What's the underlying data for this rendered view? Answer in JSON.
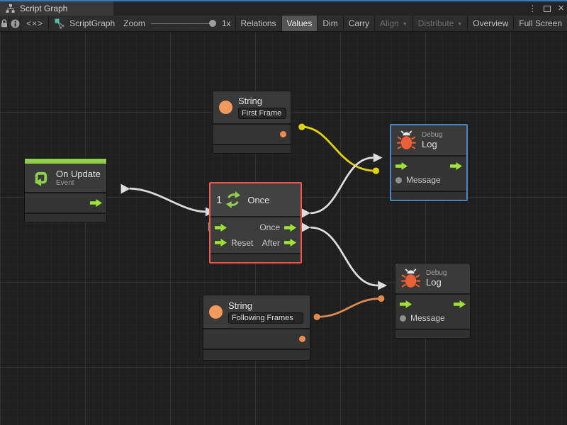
{
  "tab": {
    "label": "Script Graph"
  },
  "window_controls": {
    "menu": "⋮",
    "close": "×"
  },
  "toolbar": {
    "graph_name": "ScriptGraph",
    "code_icon": "<×>",
    "zoom_label": "Zoom",
    "zoom_value": "1x",
    "buttons": {
      "relations": "Relations",
      "values": "Values",
      "dim": "Dim",
      "carry": "Carry",
      "align": "Align",
      "distribute": "Distribute",
      "overview": "Overview",
      "fullscreen": "Full Screen"
    },
    "active_button": "Values",
    "disabled_buttons": [
      "Align",
      "Distribute"
    ]
  },
  "nodes": {
    "string_top": {
      "title": "String",
      "value": "First Frame"
    },
    "on_update": {
      "title": "On Update",
      "subtitle": "Event"
    },
    "once": {
      "number": "1",
      "title": "Once",
      "out_once": "Once",
      "reset": "Reset",
      "after": "After"
    },
    "debug_top": {
      "kind": "Debug",
      "title": "Log",
      "message": "Message"
    },
    "debug_bottom": {
      "kind": "Debug",
      "title": "Log",
      "message": "Message"
    },
    "string_bottom": {
      "title": "String",
      "value": "Following Frames"
    }
  },
  "connections": [
    {
      "from": "on-update-output",
      "to": "once-flow-input",
      "color": "white"
    },
    {
      "from": "string-first-frame-output",
      "to": "debug-log-top-message",
      "color": "yellow"
    },
    {
      "from": "once-output-once",
      "to": "debug-log-top-flow-input",
      "color": "white"
    },
    {
      "from": "once-output-after",
      "to": "debug-log-bottom-flow-input",
      "color": "white"
    },
    {
      "from": "string-following-frames-output",
      "to": "debug-log-bottom-message",
      "color": "orange"
    }
  ],
  "colors": {
    "accent_green": "#8ed04b",
    "port_arrow_green": "#9fe134",
    "string_orange": "#f2995e",
    "bug_red": "#ea5f35",
    "selection_red": "#f4564a",
    "selection_blue": "#4a84c4",
    "wire_yellow": "#e0d400",
    "wire_orange": "#dd8a4c",
    "wire_white": "#dcdcdc",
    "focus_blue": "#3c78bd"
  }
}
